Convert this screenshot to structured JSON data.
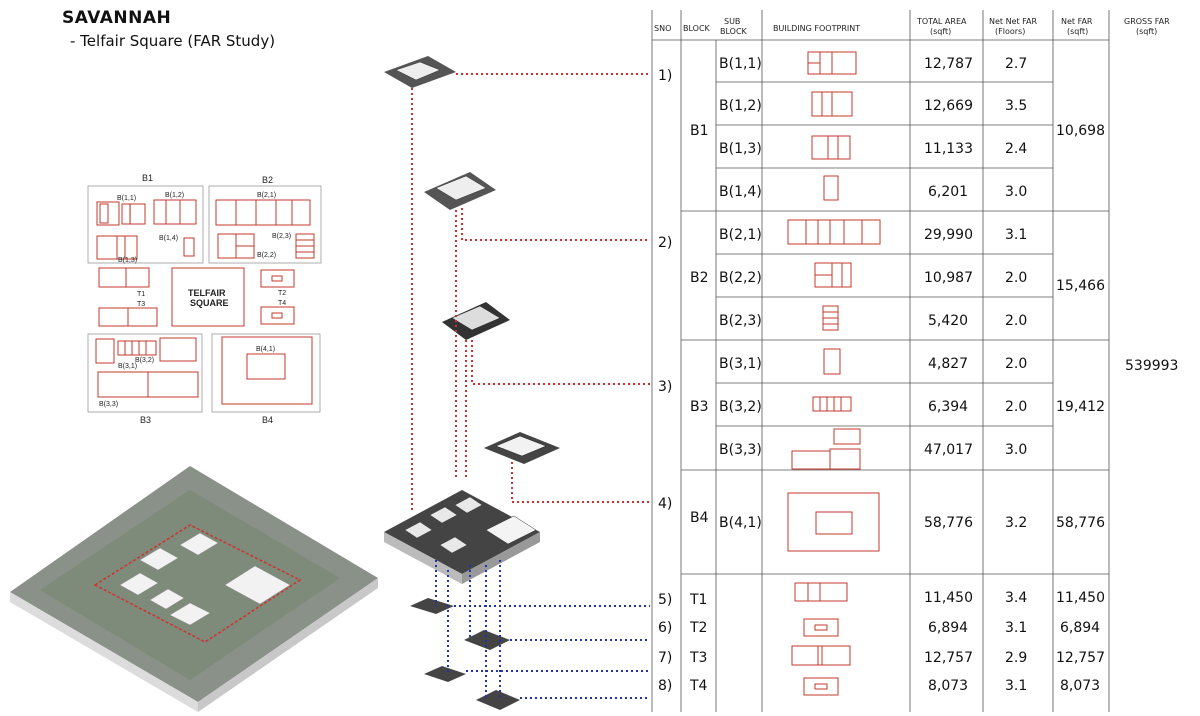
{
  "title": "SAVANNAH",
  "subtitle": "- Telfair Square (FAR Study)",
  "table": {
    "headers": {
      "sno": "SNO",
      "block": "BLOCK",
      "sub_block": [
        "SUB",
        "BLOCK"
      ],
      "footprint": "BUILDING FOOTPRINT",
      "total_area": [
        "TOTAL AREA",
        "(sqft)"
      ],
      "net_net_far": [
        "Net Net FAR",
        "(Floors)"
      ],
      "net_far": [
        "Net FAR",
        "(sqft)"
      ],
      "gross_far": [
        "GROSS FAR",
        "(sqft)"
      ]
    },
    "rows": [
      {
        "sub": "B(1,1)",
        "area": "12,787",
        "nnf": "2.7"
      },
      {
        "sub": "B(1,2)",
        "area": "12,669",
        "nnf": "3.5"
      },
      {
        "sub": "B(1,3)",
        "area": "11,133",
        "nnf": "2.4"
      },
      {
        "sub": "B(1,4)",
        "area": "6,201",
        "nnf": "3.0"
      },
      {
        "sub": "B(2,1)",
        "area": "29,990",
        "nnf": "3.1"
      },
      {
        "sub": "B(2,2)",
        "area": "10,987",
        "nnf": "2.0"
      },
      {
        "sub": "B(2,3)",
        "area": "5,420",
        "nnf": "2.0"
      },
      {
        "sub": "B(3,1)",
        "area": "4,827",
        "nnf": "2.0"
      },
      {
        "sub": "B(3,2)",
        "area": "6,394",
        "nnf": "2.0"
      },
      {
        "sub": "B(3,3)",
        "area": "47,017",
        "nnf": "3.0"
      },
      {
        "sub": "B(4,1)",
        "area": "58,776",
        "nnf": "3.2"
      },
      {
        "sub": "",
        "area": "11,450",
        "nnf": "3.4"
      },
      {
        "sub": "",
        "area": "6,894",
        "nnf": "3.1"
      },
      {
        "sub": "",
        "area": "12,757",
        "nnf": "2.9"
      },
      {
        "sub": "",
        "area": "8,073",
        "nnf": "3.1"
      }
    ],
    "sno": [
      "1)",
      "2)",
      "3)",
      "4)",
      "5)",
      "6)",
      "7)",
      "8)"
    ],
    "blocks": [
      "B1",
      "B2",
      "B3",
      "B4",
      "T1",
      "T2",
      "T3",
      "T4"
    ],
    "net_far": [
      "10,698",
      "15,466",
      "19,412",
      "58,776",
      "11,450",
      "6,894",
      "12,757",
      "8,073"
    ],
    "gross_far": "539993"
  },
  "plan": {
    "blocks": [
      "B1",
      "B2",
      "B3",
      "B4"
    ],
    "square": [
      "TELFAIR",
      "SQUARE"
    ],
    "labels": [
      "B(1,1)",
      "B(1,2)",
      "B(1,3)",
      "B(1,4)",
      "B(2,1)",
      "B(2,2)",
      "B(2,3)",
      "B(3,1)",
      "B(3,2)",
      "B(3,3)",
      "B(4,1)",
      "T1",
      "T2",
      "T3",
      "T4"
    ]
  },
  "colors": {
    "footprint": "#c0392b",
    "leader_red": "#d0312d",
    "leader_blue": "#2233aa"
  }
}
